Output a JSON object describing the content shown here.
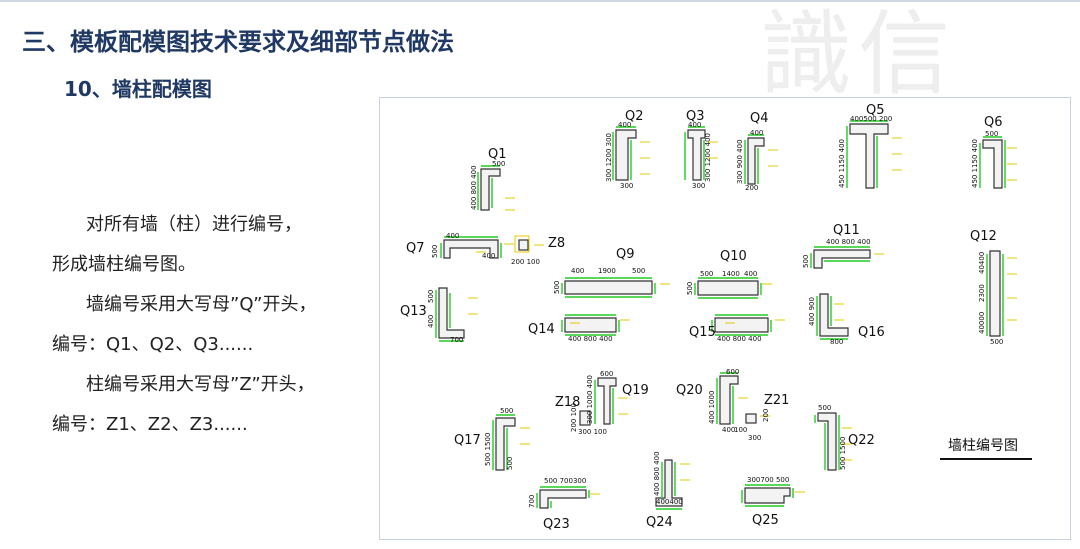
{
  "title": "三、模板配模图技术要求及细部节点做法",
  "subtitle": "10、墙柱配模图",
  "body": {
    "lines": [
      "对所有墙（柱）进行编号，",
      "形成墙柱编号图。",
      "墙编号采用大写母”Q”开头，",
      "编号：Q1、Q2、Q3......",
      "柱编号采用大写母”Z”开头，",
      "编号：Z1、Z2、Z3......"
    ]
  },
  "figure": {
    "annotation": "墙柱编号图",
    "colors": {
      "frame": "#c9d2dc",
      "line": "#333333",
      "form": "#22cc22",
      "note": "#e6c800",
      "fill": "#f3f3f3"
    },
    "labels": [
      {
        "id": "Q1",
        "text": "Q1"
      },
      {
        "id": "Q2",
        "text": "Q2"
      },
      {
        "id": "Q3",
        "text": "Q3"
      },
      {
        "id": "Q4",
        "text": "Q4"
      },
      {
        "id": "Q5",
        "text": "Q5"
      },
      {
        "id": "Q6",
        "text": "Q6"
      },
      {
        "id": "Q7",
        "text": "Q7"
      },
      {
        "id": "Z8",
        "text": "Z8"
      },
      {
        "id": "Q9",
        "text": "Q9"
      },
      {
        "id": "Q10",
        "text": "Q10"
      },
      {
        "id": "Q11",
        "text": "Q11"
      },
      {
        "id": "Q12",
        "text": "Q12"
      },
      {
        "id": "Q13",
        "text": "Q13"
      },
      {
        "id": "Q14",
        "text": "Q14"
      },
      {
        "id": "Q15",
        "text": "Q15"
      },
      {
        "id": "Q16",
        "text": "Q16"
      },
      {
        "id": "Q17",
        "text": "Q17"
      },
      {
        "id": "Z18",
        "text": "Z18"
      },
      {
        "id": "Q19",
        "text": "Q19"
      },
      {
        "id": "Q20",
        "text": "Q20"
      },
      {
        "id": "Z21",
        "text": "Z21"
      },
      {
        "id": "Q22",
        "text": "Q22"
      },
      {
        "id": "Q23",
        "text": "Q23"
      },
      {
        "id": "Q24",
        "text": "Q24"
      },
      {
        "id": "Q25",
        "text": "Q25"
      }
    ],
    "dims": [
      {
        "id": "d1",
        "text": "500"
      },
      {
        "id": "d2",
        "text": "400 800 400"
      },
      {
        "id": "d3",
        "text": "400"
      },
      {
        "id": "d4",
        "text": "300 1200 300"
      },
      {
        "id": "d5",
        "text": "300"
      },
      {
        "id": "d6",
        "text": "400"
      },
      {
        "id": "d7",
        "text": "300 1200 400"
      },
      {
        "id": "d8",
        "text": "300"
      },
      {
        "id": "d9",
        "text": "400"
      },
      {
        "id": "d10",
        "text": "300 900 400"
      },
      {
        "id": "d11",
        "text": "200"
      },
      {
        "id": "d12",
        "text": "400500 200"
      },
      {
        "id": "d13",
        "text": "450 1150 400"
      },
      {
        "id": "d14",
        "text": "500"
      },
      {
        "id": "d15",
        "text": "450 1150 400"
      },
      {
        "id": "d16",
        "text": "400"
      },
      {
        "id": "d17",
        "text": "500"
      },
      {
        "id": "d18",
        "text": "400"
      },
      {
        "id": "d19",
        "text": "200 100"
      },
      {
        "id": "d20",
        "text": "400"
      },
      {
        "id": "d21",
        "text": "1900"
      },
      {
        "id": "d22",
        "text": "500"
      },
      {
        "id": "d23",
        "text": "500"
      },
      {
        "id": "d24",
        "text": "500"
      },
      {
        "id": "d25",
        "text": "1400"
      },
      {
        "id": "d26",
        "text": "400"
      },
      {
        "id": "d27",
        "text": "500"
      },
      {
        "id": "d28",
        "text": "400 800 400"
      },
      {
        "id": "d29",
        "text": "500"
      },
      {
        "id": "d30",
        "text": "40400"
      },
      {
        "id": "d31",
        "text": "2300"
      },
      {
        "id": "d32",
        "text": "40000"
      },
      {
        "id": "d33",
        "text": "500"
      },
      {
        "id": "d34",
        "text": "500"
      },
      {
        "id": "d35",
        "text": "400"
      },
      {
        "id": "d36",
        "text": "700"
      },
      {
        "id": "d37",
        "text": "400 800 400"
      },
      {
        "id": "d38",
        "text": "400 800 400"
      },
      {
        "id": "d39",
        "text": "400 900"
      },
      {
        "id": "d40",
        "text": "800"
      },
      {
        "id": "d41",
        "text": "500"
      },
      {
        "id": "d42",
        "text": "500 1500"
      },
      {
        "id": "d43",
        "text": "500"
      },
      {
        "id": "d44",
        "text": "200 100"
      },
      {
        "id": "d45",
        "text": "300 100"
      },
      {
        "id": "d46",
        "text": "600"
      },
      {
        "id": "d47",
        "text": "300 1000 400"
      },
      {
        "id": "d48",
        "text": "600"
      },
      {
        "id": "d49",
        "text": "400 1000"
      },
      {
        "id": "d50",
        "text": "400"
      },
      {
        "id": "d51",
        "text": "100"
      },
      {
        "id": "d52",
        "text": "300"
      },
      {
        "id": "d53",
        "text": "200"
      },
      {
        "id": "d54",
        "text": "500"
      },
      {
        "id": "d55",
        "text": "500 1500"
      },
      {
        "id": "d56",
        "text": "500 700300"
      },
      {
        "id": "d57",
        "text": "700"
      },
      {
        "id": "d58",
        "text": "400 800 400"
      },
      {
        "id": "d59",
        "text": "400400"
      },
      {
        "id": "d60",
        "text": "300700 500"
      }
    ]
  }
}
